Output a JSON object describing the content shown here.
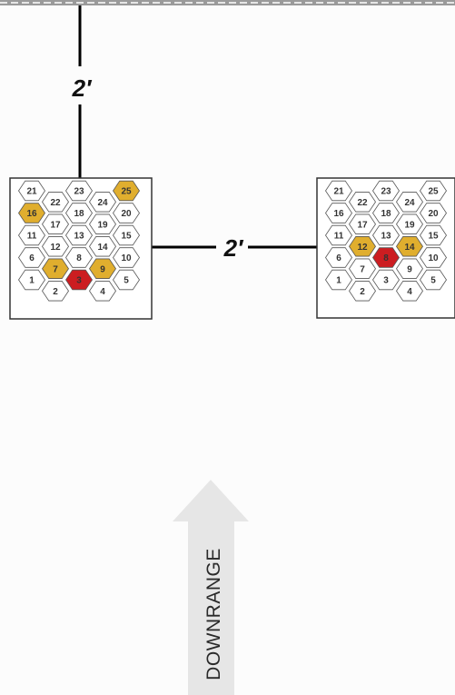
{
  "spacing_labels": {
    "vertical": "2′",
    "horizontal": "2′"
  },
  "arrow": {
    "label": "DOWNRANGE"
  },
  "colors": {
    "background": "#fcfcfc",
    "line": "#000000",
    "hex_default": "#ffffff",
    "hex_highlight": "#e0ae2e",
    "hex_center": "#cc1d21",
    "arrow_fill": "#e6e6e6"
  },
  "targets": [
    {
      "name": "left",
      "center": "3",
      "highlighted": [
        "7",
        "9",
        "16",
        "25"
      ]
    },
    {
      "name": "right",
      "center": "8",
      "highlighted": [
        "12",
        "14"
      ]
    }
  ],
  "hex_layout": [
    {
      "n": "21",
      "col": 0,
      "row": 0
    },
    {
      "n": "23",
      "col": 2,
      "row": 0
    },
    {
      "n": "25",
      "col": 4,
      "row": 0
    },
    {
      "n": "22",
      "col": 1,
      "row": 0.5
    },
    {
      "n": "24",
      "col": 3,
      "row": 0.5
    },
    {
      "n": "16",
      "col": 0,
      "row": 1
    },
    {
      "n": "18",
      "col": 2,
      "row": 1
    },
    {
      "n": "20",
      "col": 4,
      "row": 1
    },
    {
      "n": "17",
      "col": 1,
      "row": 1.5
    },
    {
      "n": "19",
      "col": 3,
      "row": 1.5
    },
    {
      "n": "11",
      "col": 0,
      "row": 2
    },
    {
      "n": "13",
      "col": 2,
      "row": 2
    },
    {
      "n": "15",
      "col": 4,
      "row": 2
    },
    {
      "n": "12",
      "col": 1,
      "row": 2.5
    },
    {
      "n": "14",
      "col": 3,
      "row": 2.5
    },
    {
      "n": "6",
      "col": 0,
      "row": 3
    },
    {
      "n": "8",
      "col": 2,
      "row": 3
    },
    {
      "n": "10",
      "col": 4,
      "row": 3
    },
    {
      "n": "7",
      "col": 1,
      "row": 3.5
    },
    {
      "n": "9",
      "col": 3,
      "row": 3.5
    },
    {
      "n": "1",
      "col": 0,
      "row": 4
    },
    {
      "n": "3",
      "col": 2,
      "row": 4
    },
    {
      "n": "5",
      "col": 4,
      "row": 4
    },
    {
      "n": "2",
      "col": 1,
      "row": 4.5
    },
    {
      "n": "4",
      "col": 3,
      "row": 4.5
    }
  ]
}
